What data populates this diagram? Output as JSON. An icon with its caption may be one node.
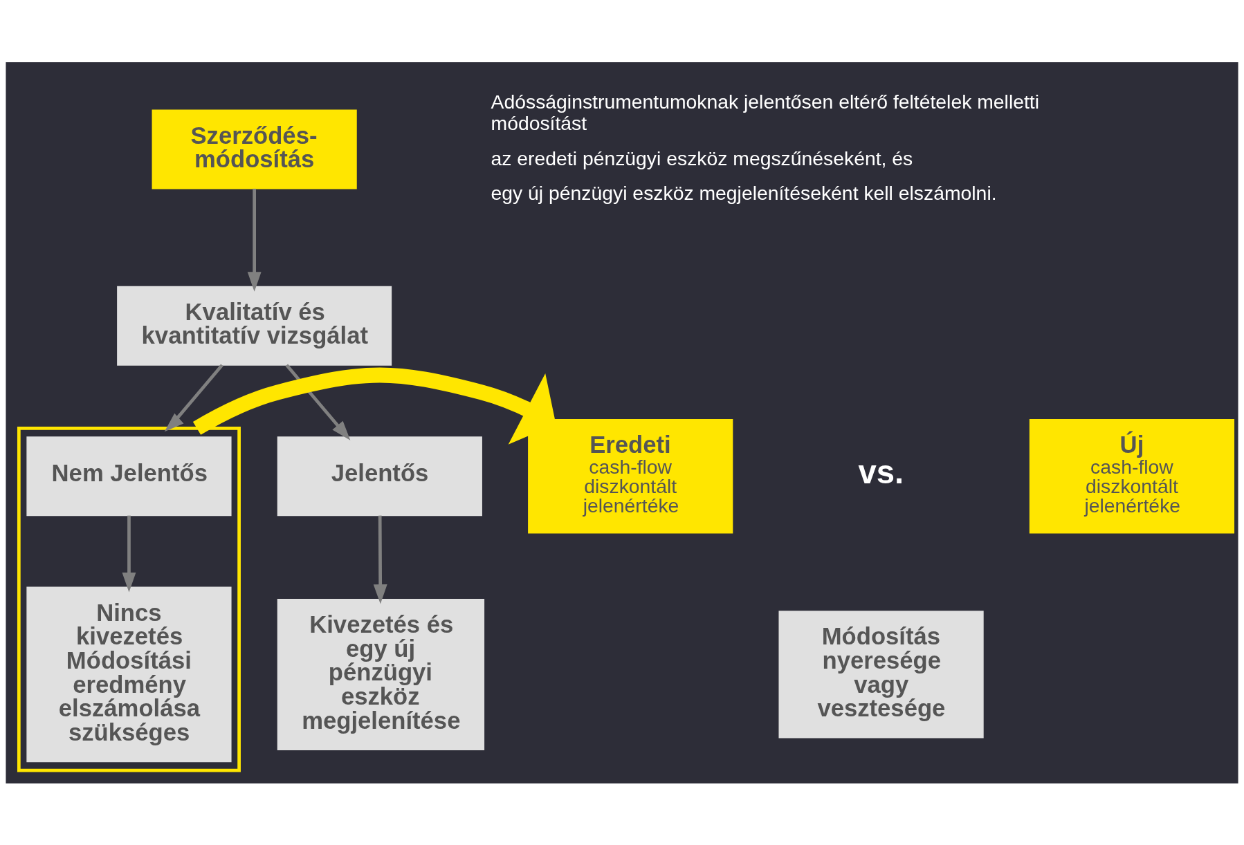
{
  "diagram": {
    "nodes": [
      {
        "text": [
          "Szerződés-módosítás"
        ]
      },
      {
        "text": [
          "Kvalitatív és kvantitatív vizsgálat"
        ]
      },
      {
        "text": [
          "Jelentős"
        ]
      },
      {
        "text": [],
        "shape": "box"
      },
      {
        "text": [
          "Nem Jelentős"
        ],
        "in": 3
      },
      {
        "text": [
          "Kivezetés és egy új pénzügyi eszköz megjelenítése"
        ]
      },
      {
        "text": [
          "Nincs kivezetés Módosítási eredmény elszámolása szükséges"
        ],
        "in": 3
      },
      {
        "text": [
          "Eredeti",
          "cash-flow diszkontált jelenértéke"
        ]
      },
      {
        "text": [
          "Új",
          "cash-flow diszkontált jelenértéke"
        ]
      },
      {
        "text": [
          "Módosítás nyeresége vagy vesztesége"
        ]
      }
    ],
    "edges": [
      {
        "from": 0,
        "to": 1,
        "arrow": "to"
      },
      {
        "from": 1,
        "to": 2,
        "arrow": "to"
      },
      {
        "from": 1,
        "to": 3,
        "arrow": "to"
      },
      {
        "from": 2,
        "to": 5,
        "arrow": "to"
      },
      {
        "from": 4,
        "to": 6,
        "arrow": "to"
      },
      {
        "from": 3,
        "to": 7,
        "arrow": "to",
        "style": "thick",
        "color": "#ffe600"
      }
    ],
    "labels": [
      "Adósságinstrumentumoknak jelentősen eltérő feltételek melletti módosítást",
      "az eredeti pénzügyi eszköz megszűnéseként, és",
      "egy új pénzügyi eszköz megjelenítéseként kell elszámolni.",
      "vs."
    ]
  }
}
